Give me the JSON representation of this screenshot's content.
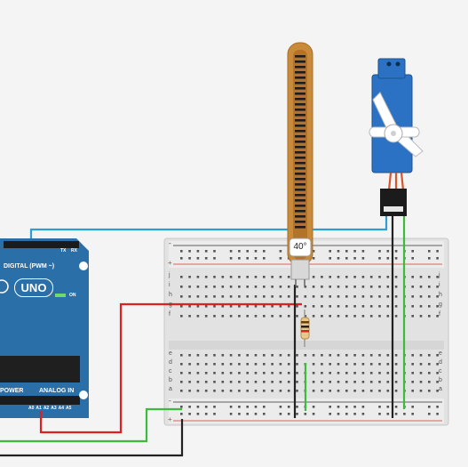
{
  "arduino": {
    "digital_label": "DIGITAL (PWM ~)",
    "board_name": "UNO",
    "on_label": "ON",
    "power_label": "POWER",
    "analog_label": "ANALOG IN",
    "tx_label": "TX",
    "rx_label": "RX",
    "analog_pins": [
      "A0",
      "A1",
      "A2",
      "A3",
      "A4",
      "A5"
    ],
    "color": "#2a6fa8"
  },
  "flex_sensor": {
    "angle": "40°",
    "color": "#c98a3a"
  },
  "servo": {
    "color": "#2b72c4"
  },
  "breadboard": {
    "row_letters_top": [
      "j",
      "i",
      "h",
      "g",
      "f"
    ],
    "row_letters_bottom": [
      "e",
      "d",
      "c",
      "b",
      "a"
    ],
    "rail_plus": "+",
    "rail_minus": "-"
  },
  "wires": {
    "signal_color": "#2e9fd6",
    "power_color": "#e02020",
    "ground_color": "#222222",
    "green_color": "#3dbb3d"
  }
}
